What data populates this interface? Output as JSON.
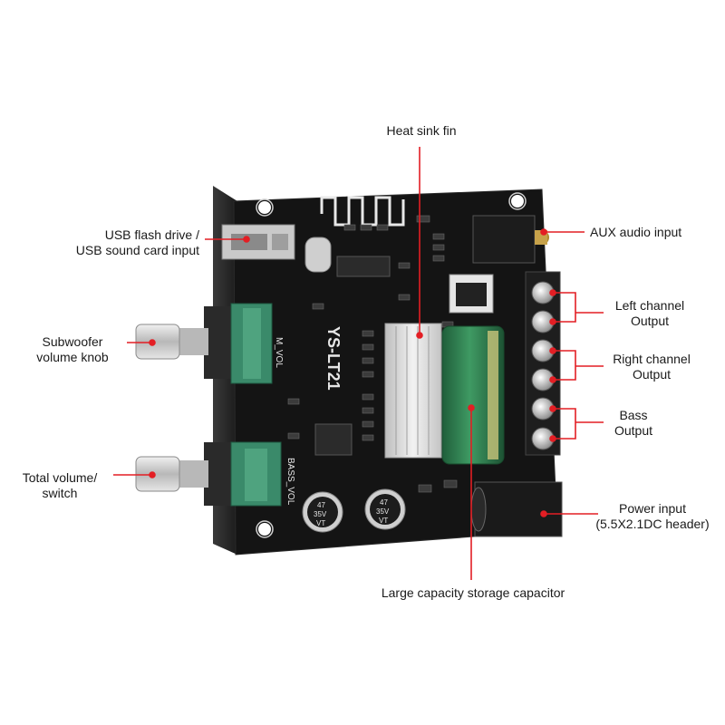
{
  "board": {
    "model_silk": "YS-LT21",
    "m_vol_silk": "M_VOL",
    "bass_vol_silk": "BASS_VOL",
    "cap_left_silk": [
      "47",
      "35V",
      "VT"
    ],
    "cap_right_silk": [
      "47",
      "35V",
      "VT"
    ]
  },
  "labels": {
    "heat_sink": [
      "Heat sink fin"
    ],
    "usb": [
      "USB flash drive /",
      "USB sound card input"
    ],
    "aux": [
      "AUX audio input"
    ],
    "left_channel": [
      "Left channel",
      "Output"
    ],
    "right_channel": [
      "Right channel",
      "Output"
    ],
    "bass": [
      "Bass",
      "Output"
    ],
    "subwoofer": [
      "Subwoofer",
      "volume knob"
    ],
    "total_volume": [
      "Total volume/",
      "switch"
    ],
    "power": [
      "Power input",
      "(5.5X2.1DC header)"
    ],
    "capacitor": [
      "Large capacity storage capacitor"
    ]
  },
  "colors": {
    "leader": "#e31e24",
    "pcb": "#141414",
    "heatsink": "#d9d9d9",
    "capacitor": "#2e7d4f",
    "pot": "#3a8a6a"
  }
}
